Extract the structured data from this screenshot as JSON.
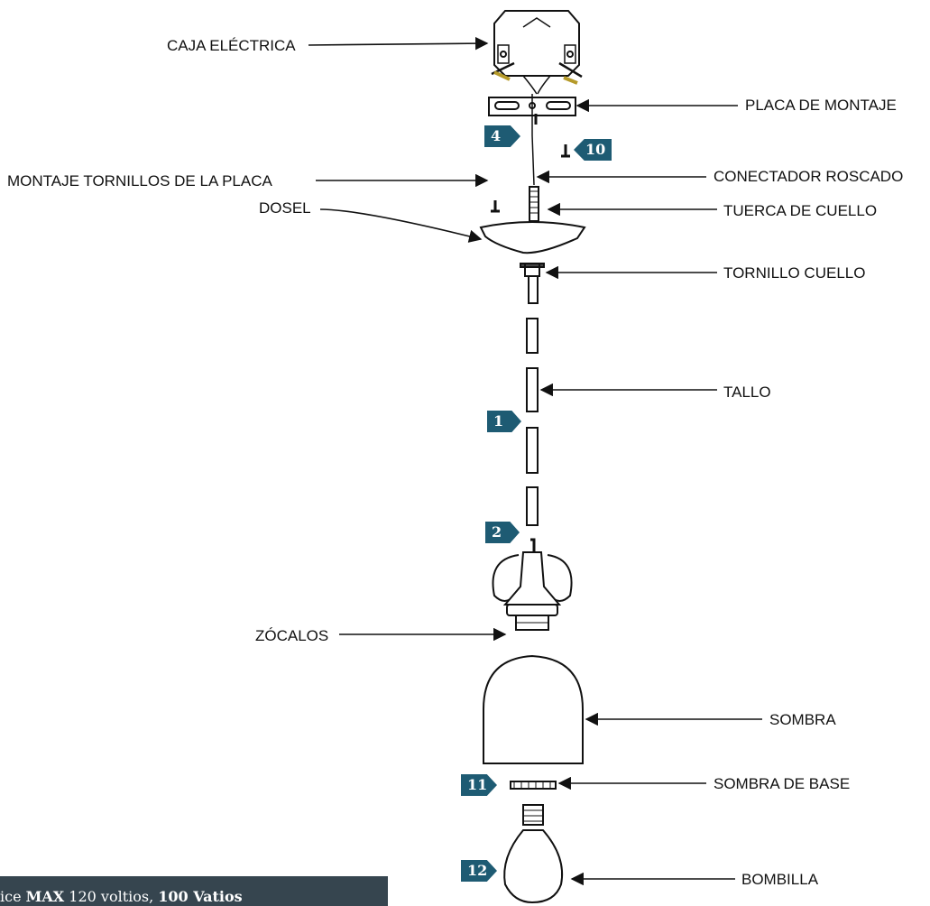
{
  "labels": {
    "junction_box": "CAJA ELÉCTRICA",
    "mounting_plate": "PLACA DE MONTAJE",
    "plate_screws": "MONTAJE TORNILLOS DE LA PLACA",
    "threaded_connector": "CONECTADOR ROSCADO",
    "canopy": "DOSEL",
    "collar_nut": "TUERCA DE CUELLO",
    "collar_screw": "TORNILLO CUELLO",
    "stem": "TALLO",
    "sockets": "ZÓCALOS",
    "shade": "SOMBRA",
    "shade_base": "SOMBRA DE BASE",
    "bulb": "BOMBILLA"
  },
  "steps": {
    "four": "4",
    "ten": "10",
    "one": "1",
    "two": "2",
    "eleven": "11",
    "twelve": "12"
  },
  "spec": {
    "prefix": "ice ",
    "max": "MAX",
    "volts": " 120 voltios, ",
    "watts": "100 Vatios"
  },
  "colors": {
    "tag": "#1e5b73",
    "spec_bar": "#36454f",
    "line": "#111111"
  }
}
